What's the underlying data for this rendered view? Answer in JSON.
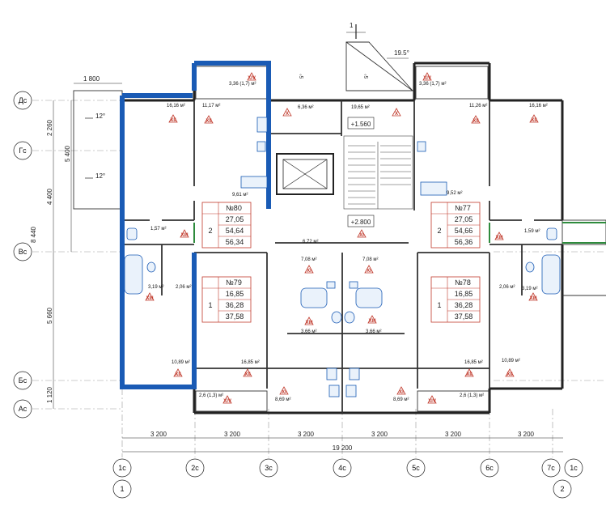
{
  "vertical_axes": [
    {
      "id": "a1",
      "label": "1с"
    },
    {
      "id": "a2",
      "label": "2с"
    },
    {
      "id": "a3",
      "label": "3с"
    },
    {
      "id": "a4",
      "label": "4с"
    },
    {
      "id": "a5",
      "label": "5с"
    },
    {
      "id": "a6",
      "label": "6с"
    },
    {
      "id": "a7",
      "label": "7с"
    },
    {
      "id": "a8",
      "label": "1с"
    }
  ],
  "horizontal_axes": [
    {
      "id": "d",
      "label": "Дс"
    },
    {
      "id": "g",
      "label": "Гс"
    },
    {
      "id": "v",
      "label": "Вс"
    },
    {
      "id": "b",
      "label": "Бс"
    },
    {
      "id": "a",
      "label": "Ас"
    }
  ],
  "section_marks": [
    {
      "label": "1"
    },
    {
      "label": "2"
    }
  ],
  "bottom_dims": [
    "3 200",
    "3 200",
    "3 200",
    "3 200",
    "3 200",
    "3 200"
  ],
  "total_dim": "19 200",
  "left_dims": {
    "d_g": "2 260",
    "g_v": "4 400",
    "v_b": "5 660",
    "b_a": "1 120",
    "overall_1": "5 400",
    "overall_2": "8 440"
  },
  "top_dim": "1 800",
  "section_cut": "1",
  "slope": "19.5°",
  "balcony_angles": [
    "12°",
    "12°"
  ],
  "levels": [
    "+1.560",
    "+2.800"
  ],
  "apartments": [
    {
      "id": "n80",
      "no": "№80",
      "rooms": "2",
      "living": "27,05",
      "usable": "54,64",
      "total": "56,34"
    },
    {
      "id": "n79",
      "no": "№79",
      "rooms": "1",
      "living": "16,85",
      "usable": "36,28",
      "total": "37,58"
    },
    {
      "id": "n77",
      "no": "№77",
      "rooms": "2",
      "living": "27,05",
      "usable": "54,66",
      "total": "56,36"
    },
    {
      "id": "n78",
      "no": "№78",
      "rooms": "1",
      "living": "16,85",
      "usable": "36,28",
      "total": "37,58"
    }
  ],
  "areas": {
    "loggia_tl": "3,36 (1,7) м²",
    "loggia_tr": "3,36 (1,7) м²",
    "r_1616_l": "16,16 м²",
    "r_1117": "11,17 м²",
    "r_636": "6,36 м²",
    "r_1965": "19,65 м²",
    "r_1126": "11,26 м²",
    "r_1616_r": "16,16 м²",
    "r_961": "9,61 м²",
    "r_952": "9,52 м²",
    "r_157": "1,57 м²",
    "r_159": "1,59 м²",
    "r_672": "6,72 м²",
    "r_708_l": "7,08 м²",
    "r_708_r": "7,08 м²",
    "r_319_l": "3,19 м²",
    "r_206_l": "2,06 м²",
    "r_206_r": "2,06 м²",
    "r_319_r": "3,19 м²",
    "r_366_l": "3,66 м²",
    "r_366_r": "3,66 м²",
    "r_1089_l": "10,89 м²",
    "r_1685_l": "16,85 м²",
    "r_1685_r": "16,85 м²",
    "r_1089_r": "10,89 м²",
    "r_869_l": "8,69 м²",
    "r_869_r": "8,69 м²",
    "loggia_bl": "2,6 (1,3) м²",
    "loggia_br": "2,6 (1,3) м²",
    "s_5a": "5°",
    "s_5b": "5°"
  },
  "marks": {
    "xiv": "XIV",
    "xii": "XII",
    "x": "X",
    "xi": "XI",
    "xiii": "XIII"
  },
  "colors": {
    "highlight": "#1a5bb5",
    "apt_border": "#c0392b",
    "wall": "#222",
    "roman": "#c0392b",
    "green": "#2e8b3d"
  }
}
